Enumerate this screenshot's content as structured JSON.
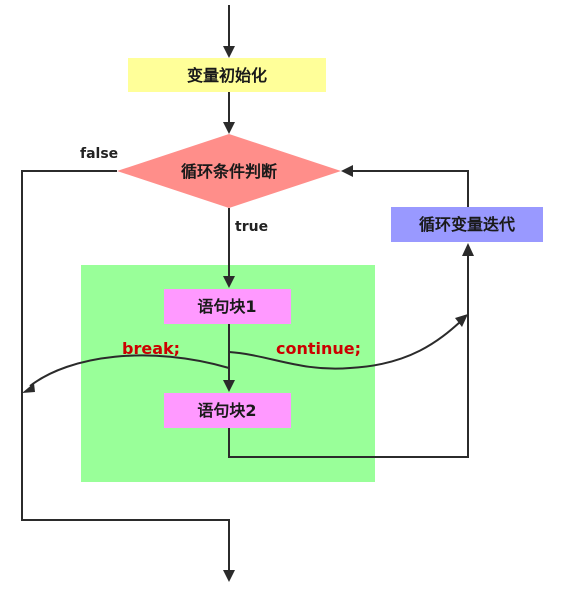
{
  "nodes": {
    "init": {
      "label": "变量初始化",
      "fill": "#ffff99"
    },
    "condition": {
      "label": "循环条件判断",
      "fill": "#ff8e8a"
    },
    "iterate": {
      "label": "循环变量迭代",
      "fill": "#9999ff"
    },
    "block1": {
      "label": "语句块1",
      "fill": "#ff99ff"
    },
    "block2": {
      "label": "语句块2",
      "fill": "#ff99ff"
    }
  },
  "loop_body_region": {
    "fill": "#99ff99"
  },
  "edge_labels": {
    "false_label": "false",
    "true_label": "true",
    "break_label": "break;",
    "continue_label": "continue;"
  },
  "colors": {
    "line": "#2b2b2b",
    "jump_text": "#cc0000"
  }
}
